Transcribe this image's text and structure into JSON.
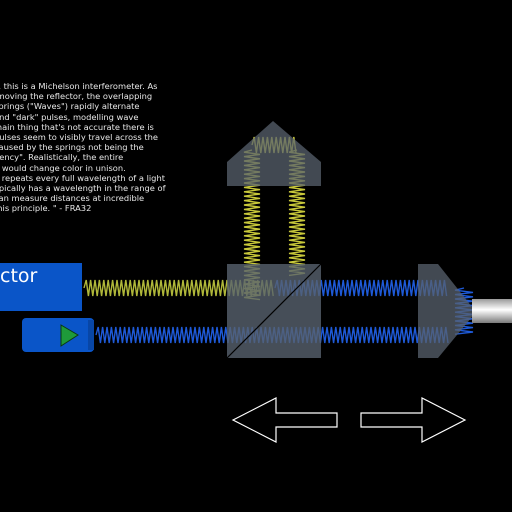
{
  "description": {
    "lines": [
      "s, this is a Michelson interferometer. As",
      " moving the reflector, the overlapping",
      "springs (\"Waves\") rapidly alternate",
      "and \"dark\" pulses, modelling wave",
      "main thing that's not accurate there is",
      "pulses seem to visibly travel across the",
      "caused by the springs not being the",
      "uency\". Realistically, the entire",
      "n would change color in unison.",
      "e repeats every full wavelength of a light",
      "ypically has a wavelength in the range of",
      "can measure distances at incredible",
      "this principle. \" - FRA32"
    ]
  },
  "detector": {
    "label": "ctor"
  },
  "controls": {
    "move_left_icon": "left-arrow-outline",
    "move_right_icon": "right-arrow-outline"
  },
  "colors": {
    "background": "#000000",
    "beam_blue": "#1e5ad8",
    "beam_yellow": "#c8c83a",
    "optic_gray": "#55606e",
    "detector_blue": "#0a55c8",
    "source_green": "#1e9a3a",
    "arrow_outline": "#ffffff"
  }
}
